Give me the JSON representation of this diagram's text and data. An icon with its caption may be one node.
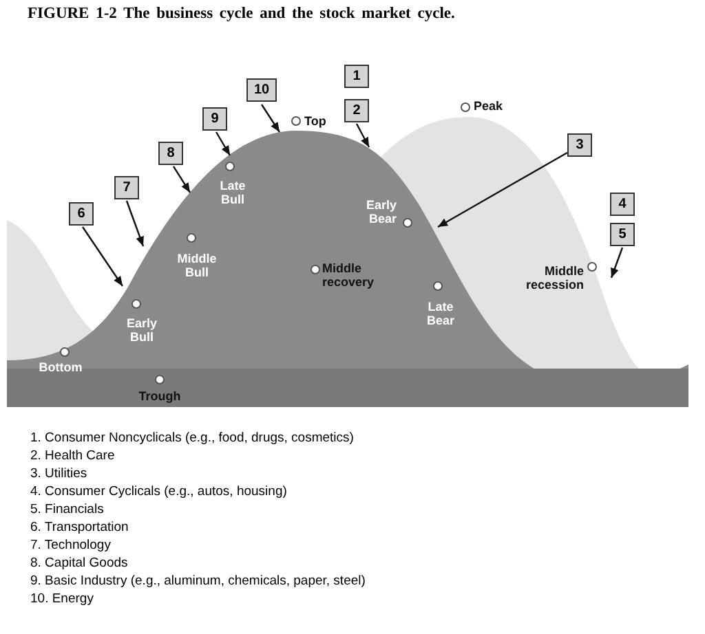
{
  "diagram": {
    "title": "FIGURE 1-2 The business cycle and the stock market cycle.",
    "nodes": [
      {
        "text": [
          "1"
        ]
      },
      {
        "text": [
          "2"
        ]
      },
      {
        "text": [
          "3"
        ]
      },
      {
        "text": [
          "4"
        ]
      },
      {
        "text": [
          "5"
        ]
      },
      {
        "text": [
          "6"
        ]
      },
      {
        "text": [
          "7"
        ]
      },
      {
        "text": [
          "8"
        ]
      },
      {
        "text": [
          "9"
        ]
      },
      {
        "text": [
          "10"
        ]
      }
    ],
    "edges": [
      {
        "from": 1,
        "to": null,
        "arrow": "to"
      },
      {
        "from": 2,
        "to": null,
        "arrow": "to"
      },
      {
        "from": 4,
        "to": null,
        "arrow": "to"
      },
      {
        "from": 5,
        "to": null,
        "arrow": "to"
      },
      {
        "from": 6,
        "to": null,
        "arrow": "to"
      },
      {
        "from": 7,
        "to": null,
        "arrow": "to"
      },
      {
        "from": 8,
        "to": null,
        "arrow": "to"
      },
      {
        "from": 9,
        "to": null,
        "arrow": "to"
      }
    ],
    "labels": [
      "Top",
      "Peak",
      "Late Bull",
      "Early Bear",
      "Middle Bull",
      "Middle recovery",
      "Early Bull",
      "Middle recession",
      "Late Bear",
      "Bottom",
      "Trough",
      "1. Consumer Noncyclicals (e.g., food, drugs, cosmetics)",
      "2. Health Care",
      "3. Utilities",
      "4. Consumer Cyclicals (e.g., autos, housing)",
      "5. Financials",
      "6. Transportation",
      "7. Technology",
      "8. Capital Goods",
      "9. Basic Industry (e.g., aluminum, chemicals, paper, steel)",
      "10. Energy"
    ]
  }
}
